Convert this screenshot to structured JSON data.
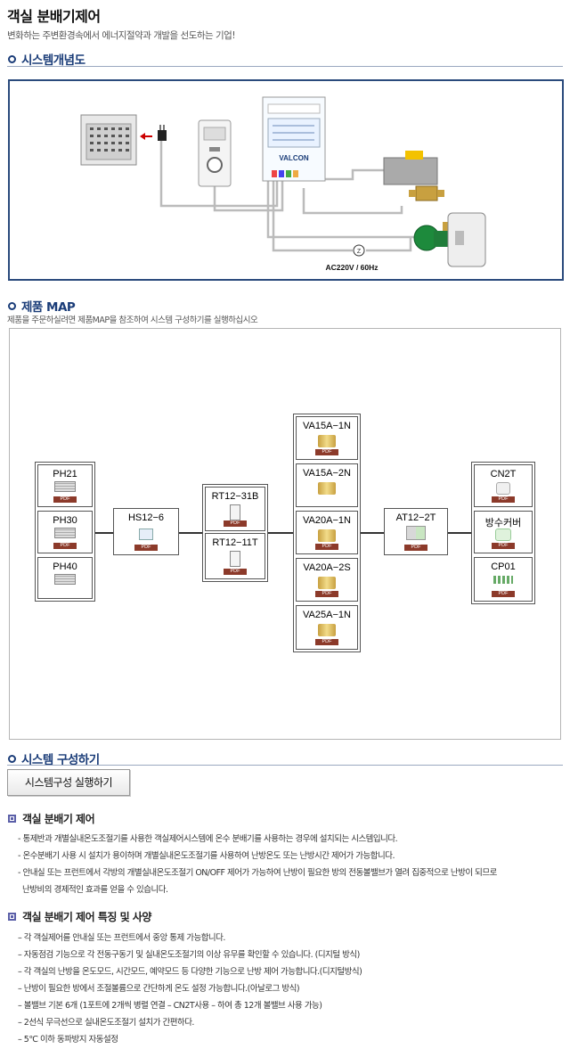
{
  "header": {
    "title": "객실 분배기제어",
    "subtitle": "변화하는 주변환경속에서 에너지절약과 개발을 선도하는 기업!"
  },
  "concept": {
    "heading": "시스템개념도",
    "controller_label": "VALCON",
    "power_label": "AC220V / 60Hz"
  },
  "map": {
    "heading": "제품 MAP",
    "note": "제품을 주문하실려면 제품MAP을 참조하여 시스템 구성하기를 실행하십시오",
    "pdf_label": "PDF",
    "products": {
      "ph21": "PH21",
      "ph30": "PH30",
      "ph40": "PH40",
      "hs126": "HS12−6",
      "rt1231b": "RT12−31B",
      "rt1211t": "RT12−11T",
      "va15a1n": "VA15A−1N",
      "va15a2n": "VA15A−2N",
      "va20a1n": "VA20A−1N",
      "va20a2s": "VA20A−2S",
      "va25a1n": "VA25A−1N",
      "at122t": "AT12−2T",
      "cn2t": "CN2T",
      "cover": "방수커버",
      "cp01": "CP01"
    }
  },
  "compose": {
    "heading": "시스템 구성하기",
    "button": "시스템구성 실행하기"
  },
  "feature1": {
    "heading": "객실 분배기 제어",
    "lines": [
      "- 통제반과 개별실내온도조절기를 사용한 객실제어시스템에 온수 분배기를 사용하는 경우에 설치되는 시스템입니다.",
      "- 온수분배기 사용 시 설치가 용이하며 개별실내온도조절기를 사용하여 난방온도 또는 난방시간 제어가 가능합니다.",
      "- 안내실 또는 프런트에서 각방의 개별실내온도조절기 ON/OFF 제어가 가능하여 난방이 필요한 방의 전동볼밸브가 열려 집중적으로 난방이 되므로",
      "  난방비의 경제적인 효과를 얻을 수 있습니다."
    ]
  },
  "feature2": {
    "heading": "객실 분배기 제어 특징 및 사양",
    "lines": [
      "– 각 객실제어를 안내실 또는 프런트에서 중앙 통제 가능합니다.",
      "– 자동점검 기능으로 각 전동구동기 및 실내온도조절기의 이상 유무를 확인할 수 있습니다. (디지털 방식)",
      "– 각 객실의 난방을 온도모드, 시간모드, 예약모드 등 다양한 기능으로 난방 제어 가능합니다.(디지털방식)",
      "– 난방이 필요한 방에서 조절볼륨으로 간단하게 온도 설정 가능합니다.(아날로그 방식)",
      "– 볼밸브 기본 6개 (1포트에 2개씩 병렬 연결 – CN2T사용 – 하여 총 12개 볼밸브 사용 가능)",
      "– 2선식 무극선으로 실내온도조절기 설치가 간편하다.",
      "– 5℃ 이하 동파방지 자동설정"
    ]
  },
  "colors": {
    "heading": "#1a3c78",
    "pdf_badge": "#8c3a2a",
    "frame": "#2a4a7c"
  }
}
